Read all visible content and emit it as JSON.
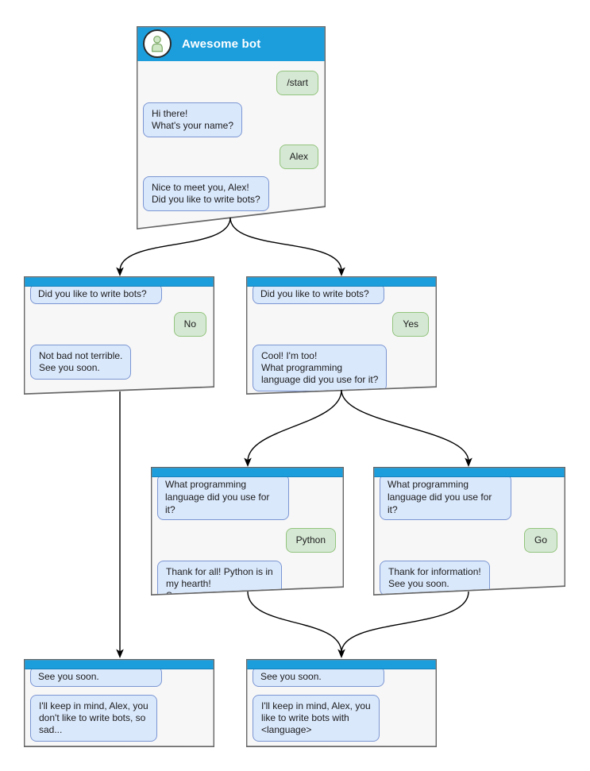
{
  "diagram": {
    "type": "chatbot-conversation-flow",
    "colors": {
      "header_blue": "#1c9edd",
      "bot_bubble_bg": "#dae8fc",
      "bot_bubble_border": "#7b96d2",
      "user_bubble_bg": "#d5e8d4",
      "user_bubble_border": "#93c47d",
      "node_bg": "#f7f7f7",
      "node_border": "#666666",
      "arrow": "#000000"
    }
  },
  "nodes": {
    "start": {
      "title": "Awesome bot",
      "messages": [
        {
          "from": "user",
          "text": "/start"
        },
        {
          "from": "bot",
          "text": "Hi there!\nWhat's your name?"
        },
        {
          "from": "user",
          "text": "Alex"
        },
        {
          "from": "bot",
          "text": "Nice to meet you, Alex!\nDid you like to write bots?"
        }
      ]
    },
    "branch_no": {
      "messages": [
        {
          "from": "bot",
          "text": "Did you like to write bots?"
        },
        {
          "from": "user",
          "text": "No"
        },
        {
          "from": "bot",
          "text": "Not bad not terrible.\nSee you soon."
        }
      ]
    },
    "branch_yes": {
      "messages": [
        {
          "from": "bot",
          "text": "Did you like to write bots?"
        },
        {
          "from": "user",
          "text": "Yes"
        },
        {
          "from": "bot",
          "text": "Cool! I'm too!\nWhat programming\nlanguage did you use for it?"
        }
      ]
    },
    "lang_python": {
      "messages": [
        {
          "from": "bot",
          "text": "What programming\nlanguage did you use for it?"
        },
        {
          "from": "user",
          "text": "Python"
        },
        {
          "from": "bot",
          "text": "Thank for all! Python is in\nmy hearth!\nSee you soon."
        }
      ]
    },
    "lang_go": {
      "messages": [
        {
          "from": "bot",
          "text": "What programming\nlanguage did you use for it?"
        },
        {
          "from": "user",
          "text": "Go"
        },
        {
          "from": "bot",
          "text": "Thank for information!\nSee you soon."
        }
      ]
    },
    "end_no": {
      "messages": [
        {
          "from": "bot",
          "text": "See you soon."
        },
        {
          "from": "bot",
          "text": "I'll keep in mind, Alex, you\ndon't like to write bots, so\nsad..."
        }
      ]
    },
    "end_yes": {
      "messages": [
        {
          "from": "bot",
          "text": "See you soon."
        },
        {
          "from": "bot",
          "text": "I'll keep in mind, Alex, you\nlike to write bots with\n<language>"
        }
      ]
    }
  },
  "edges": [
    {
      "from": "start",
      "to": "branch_no"
    },
    {
      "from": "start",
      "to": "branch_yes"
    },
    {
      "from": "branch_yes",
      "to": "lang_python"
    },
    {
      "from": "branch_yes",
      "to": "lang_go"
    },
    {
      "from": "branch_no",
      "to": "end_no"
    },
    {
      "from": "lang_python",
      "to": "end_yes"
    },
    {
      "from": "lang_go",
      "to": "end_yes"
    }
  ]
}
